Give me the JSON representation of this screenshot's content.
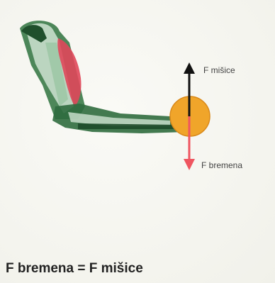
{
  "labels": {
    "muscle_force": "F mišice",
    "load_force": "F bremena"
  },
  "equation": "F bremena = F mišice",
  "colors": {
    "muscle": "#e0475a",
    "bone_arm": "#2f6b3e",
    "load_ball": "#f0a52a",
    "up_arrow": "#111111",
    "down_arrow": "#ef5560",
    "background": "#f4f4ee"
  },
  "icons": {
    "arm": "flexed-arm-illustration",
    "weight": "ball-weight",
    "force_up": "arrow-up-icon",
    "force_down": "arrow-down-icon"
  }
}
